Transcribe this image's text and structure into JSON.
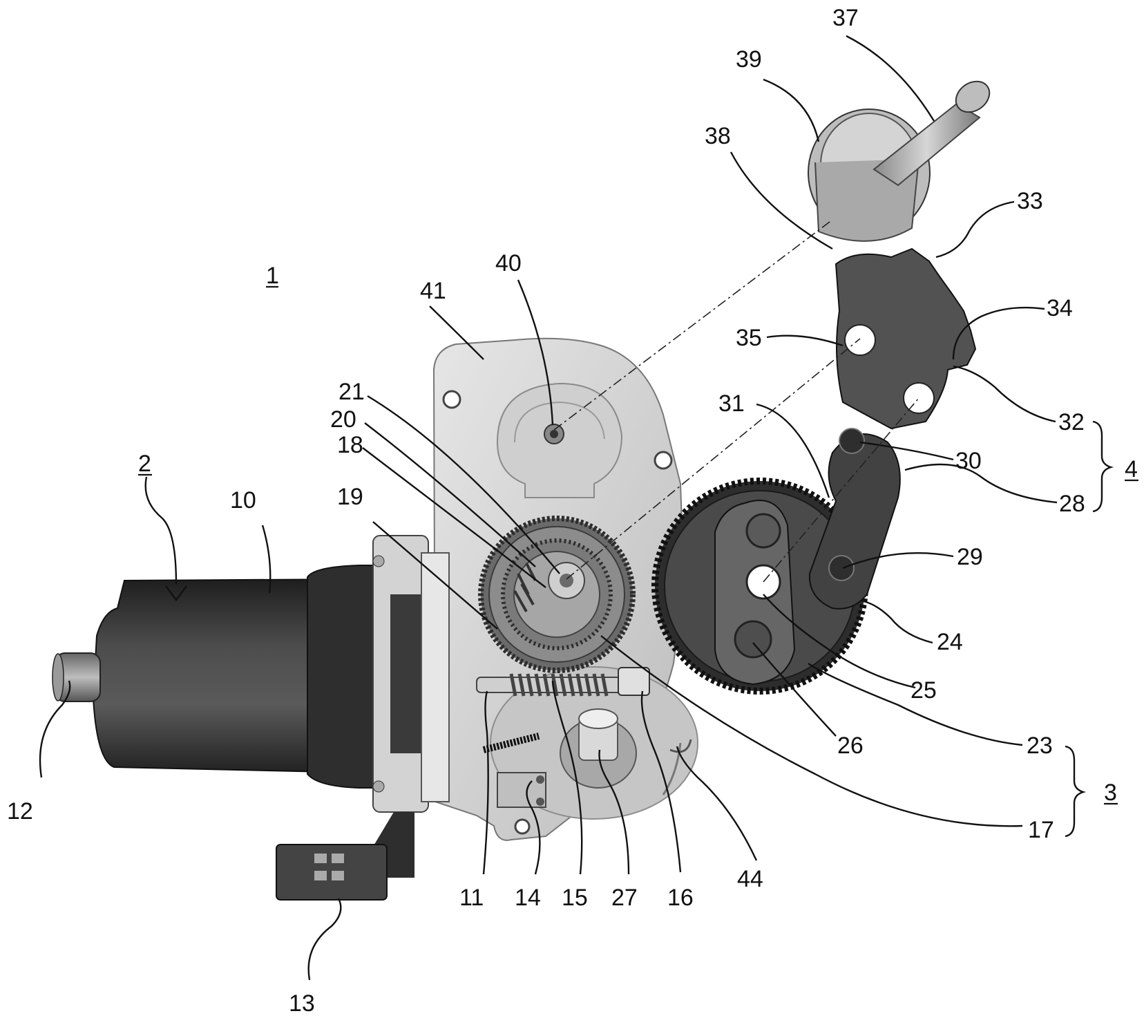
{
  "figure": {
    "labels": {
      "l1": "1",
      "l2": "2",
      "l3": "3",
      "l4": "4",
      "l10": "10",
      "l11": "11",
      "l12": "12",
      "l13": "13",
      "l14": "14",
      "l15": "15",
      "l16": "16",
      "l17": "17",
      "l18": "18",
      "l19": "19",
      "l20": "20",
      "l21": "21",
      "l23": "23",
      "l24": "24",
      "l25": "25",
      "l26": "26",
      "l27": "27",
      "l28": "28",
      "l29": "29",
      "l30": "30",
      "l31": "31",
      "l32": "32",
      "l33": "33",
      "l34": "34",
      "l35": "35",
      "l37": "37",
      "l38": "38",
      "l39": "39",
      "l40": "40",
      "l41": "41",
      "l44": "44"
    }
  },
  "colors": {
    "motor_dark": "#3a3a3a",
    "housing_light": "#d9d9d9",
    "gear_dark": "#4a4a4a",
    "link_dark": "#525252",
    "line": "#111111"
  }
}
